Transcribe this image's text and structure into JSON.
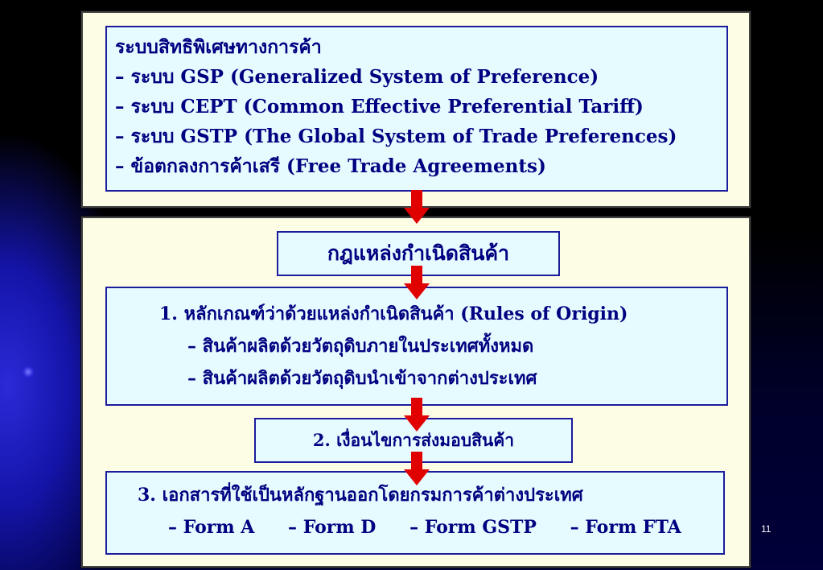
{
  "systems": {
    "title": "ระบบสิทธิพิเศษทางการค้า",
    "items": [
      "– ระบบ GSP (Generalized System of Preference)",
      "– ระบบ CEPT (Common Effective Preferential Tariff)",
      "– ระบบ GSTP (The Global System of Trade Preferences)",
      "– ข้อตกลงการค้าเสรี (Free Trade Agreements)"
    ]
  },
  "rule_title": "กฎแหล่งกำเนิดสินค้า",
  "rules_of_origin": {
    "heading": "1. หลักเกณฑ์ว่าด้วยแหล่งกำเนิดสินค้า (Rules of Origin)",
    "items": [
      "– สินค้าผลิตด้วยวัตถุดิบภายในประเทศทั้งหมด",
      "– สินค้าผลิตด้วยวัตถุดิบนำเข้าจากต่างประเทศ"
    ]
  },
  "delivery": "2. เงื่อนไขการส่งมอบสินค้า",
  "documents": {
    "heading": "3. เอกสารที่ใช้เป็นหลักฐานออกโดยกรมการค้าต่างประเทศ",
    "forms": [
      "– Form A",
      "– Form D",
      "– Form GSTP",
      "– Form FTA"
    ]
  },
  "page_number": "11",
  "colors": {
    "text": "#000080",
    "arrow": "#e00000",
    "panel": "#fdfde6",
    "box": "#e6fbff"
  },
  "icons": [
    "down-arrow-icon"
  ]
}
